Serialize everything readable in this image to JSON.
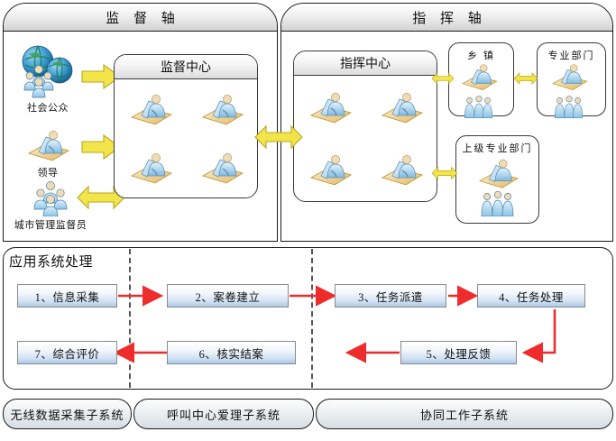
{
  "diagram": {
    "panels": {
      "supervision_axis": "监 督 轴",
      "command_axis": "指 挥 轴"
    },
    "centers": {
      "supervision_center": "监督中心",
      "command_center": "指挥中心"
    },
    "actors": [
      {
        "label": "社会公众",
        "icon": "globe-people-icon"
      },
      {
        "label": "领导",
        "icon": "person-desk-icon"
      },
      {
        "label": "城市管理监督员",
        "icon": "people-group-icon"
      }
    ],
    "units": [
      {
        "label": "乡 镇",
        "icon": "person-desk-icon"
      },
      {
        "label": "专业部门",
        "icon": "person-desk-icon"
      },
      {
        "label": "上级专业部门",
        "icon": "person-desk-icon"
      }
    ],
    "workstation_icon": "person-at-desk-icon",
    "arrows": {
      "single_right": "arrow-right-icon",
      "double": "arrow-double-icon",
      "flow": "arrow-flow-icon"
    },
    "bottom": {
      "title": "应用系统处理",
      "steps": [
        "1、信息采集",
        "2、案卷建立",
        "3、任务派遣",
        "4、任务处理",
        "5、处理反馈",
        "6、核实结案",
        "7、综合评价"
      ],
      "subsystems": [
        "无线数据采集子系统",
        "呼叫中心爱理子系统",
        "协同工作子系统"
      ]
    },
    "colors": {
      "arrow_yellow": "#f2e54a",
      "arrow_yellow_edge": "#b9a71f",
      "flow_red": "#ee2c2c",
      "box_blue": "#a8c9e8",
      "panel_border": "#1a1a1a"
    }
  }
}
